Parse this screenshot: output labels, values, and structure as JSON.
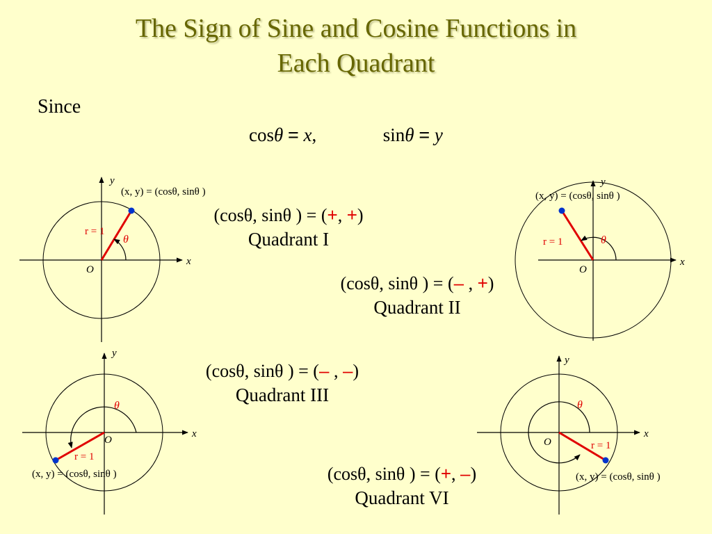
{
  "title_line1": "The Sign of Sine and Cosine Functions in",
  "title_line2": "Each Quadrant",
  "since": "Since",
  "defs": {
    "cos_fn": "cos",
    "sin_fn": "sin",
    "theta": "θ",
    "eq": "=",
    "x": "x",
    "y": "y",
    "comma": ","
  },
  "labels": {
    "axis_x": "x",
    "axis_y": "y",
    "origin": "O",
    "theta": "θ",
    "radius": "r = 1",
    "point": "(x, y) = (cosθ, sinθ )"
  },
  "quadrants": [
    {
      "name": "Quadrant I",
      "formula_left": "(cosθ, sinθ ) = (",
      "sign_cos": "+",
      "sep": ", ",
      "sign_sin": "+",
      "formula_right": ")"
    },
    {
      "name": "Quadrant II",
      "formula_left": "(cosθ, sinθ ) = (",
      "sign_cos": "–",
      "sep": " , ",
      "sign_sin": "+",
      "formula_right": ")"
    },
    {
      "name": "Quadrant III",
      "formula_left": "(cosθ, sinθ ) = (",
      "sign_cos": "–",
      "sep": " , ",
      "sign_sin": "–",
      "formula_right": ")"
    },
    {
      "name": "Quadrant VI",
      "formula_left": "(cosθ, sinθ ) = (",
      "sign_cos": "+",
      "sep": ", ",
      "sign_sin": "–",
      "formula_right": ")"
    }
  ],
  "colors": {
    "background": "#FFFFCC",
    "title": "#666600",
    "radius_line": "#E00000",
    "point": "#0033CC",
    "sign": "#E00000"
  }
}
